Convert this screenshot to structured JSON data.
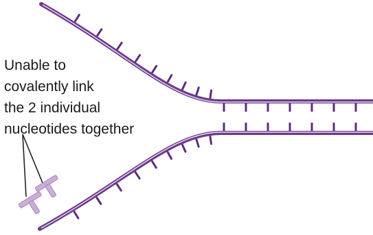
{
  "annotation": {
    "lines": [
      "Unable to",
      "covalently link",
      "the 2 individual",
      "nucleotides together"
    ]
  },
  "colors": {
    "strand": "#6e3a8c",
    "strand_highlight": "#e8dcef",
    "rung": "#5b2d7a",
    "free_nucleotide": "#c9aed8",
    "free_nucleotide_edge": "#9a78b0",
    "pointer": "#222222",
    "text": "#1a1a1a"
  }
}
